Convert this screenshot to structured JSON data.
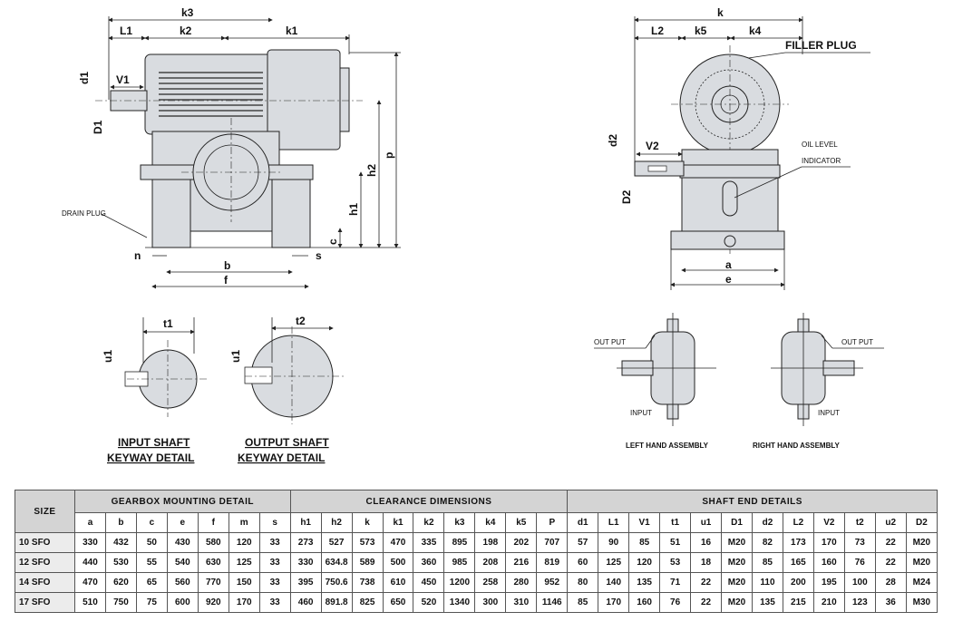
{
  "drawing": {
    "front_dims": {
      "k3": "k3",
      "L1": "L1",
      "k2": "k2",
      "k1": "k1",
      "d1": "d1",
      "V1": "V1",
      "D1": "D1",
      "p": "p",
      "h2": "h2",
      "h1": "h1",
      "c": "c",
      "n": "n",
      "s": "s",
      "b": "b",
      "f": "f"
    },
    "drain_plug": "DRAIN PLUG",
    "side_dims": {
      "k": "k",
      "L2": "L2",
      "k5": "k5",
      "k4": "k4",
      "d2": "d2",
      "V2": "V2",
      "D2": "D2",
      "a": "a",
      "e": "e"
    },
    "filler_plug": "FILLER PLUG",
    "oil_level_1": "OIL LEVEL",
    "oil_level_2": "INDICATOR",
    "input_keyway": {
      "dim_t": "t1",
      "dim_u": "u1",
      "caption_1": "INPUT SHAFT",
      "caption_2": "KEYWAY DETAIL"
    },
    "output_keyway": {
      "dim_t": "t2",
      "dim_u": "u1",
      "caption_1": "OUTPUT SHAFT",
      "caption_2": "KEYWAY DETAIL"
    },
    "left_assembly": {
      "output": "OUT PUT",
      "input": "INPUT",
      "caption": "LEFT HAND ASSEMBLY"
    },
    "right_assembly": {
      "output": "OUT PUT",
      "input": "INPUT",
      "caption": "RIGHT HAND ASSEMBLY"
    }
  },
  "table": {
    "size_header": "SIZE",
    "groups": [
      "GEARBOX MOUNTING DETAIL",
      "CLEARANCE DIMENSIONS",
      "SHAFT END DETAILS"
    ],
    "columns": [
      "a",
      "b",
      "c",
      "e",
      "f",
      "m",
      "s",
      "h1",
      "h2",
      "k",
      "k1",
      "k2",
      "k3",
      "k4",
      "k5",
      "P",
      "d1",
      "L1",
      "V1",
      "t1",
      "u1",
      "D1",
      "d2",
      "L2",
      "V2",
      "t2",
      "u2",
      "D2"
    ],
    "rows": [
      [
        "10 SFO",
        "330",
        "432",
        "50",
        "430",
        "580",
        "120",
        "33",
        "273",
        "527",
        "573",
        "470",
        "335",
        "895",
        "198",
        "202",
        "707",
        "57",
        "90",
        "85",
        "51",
        "16",
        "M20",
        "82",
        "173",
        "170",
        "73",
        "22",
        "M20"
      ],
      [
        "12 SFO",
        "440",
        "530",
        "55",
        "540",
        "630",
        "125",
        "33",
        "330",
        "634.8",
        "589",
        "500",
        "360",
        "985",
        "208",
        "216",
        "819",
        "60",
        "125",
        "120",
        "53",
        "18",
        "M20",
        "85",
        "165",
        "160",
        "76",
        "22",
        "M20"
      ],
      [
        "14 SFO",
        "470",
        "620",
        "65",
        "560",
        "770",
        "150",
        "33",
        "395",
        "750.6",
        "738",
        "610",
        "450",
        "1200",
        "258",
        "280",
        "952",
        "80",
        "140",
        "135",
        "71",
        "22",
        "M20",
        "110",
        "200",
        "195",
        "100",
        "28",
        "M24"
      ],
      [
        "17 SFO",
        "510",
        "750",
        "75",
        "600",
        "920",
        "170",
        "33",
        "460",
        "891.8",
        "825",
        "650",
        "520",
        "1340",
        "300",
        "310",
        "1146",
        "85",
        "170",
        "160",
        "76",
        "22",
        "M20",
        "135",
        "215",
        "210",
        "123",
        "36",
        "M30"
      ]
    ]
  }
}
